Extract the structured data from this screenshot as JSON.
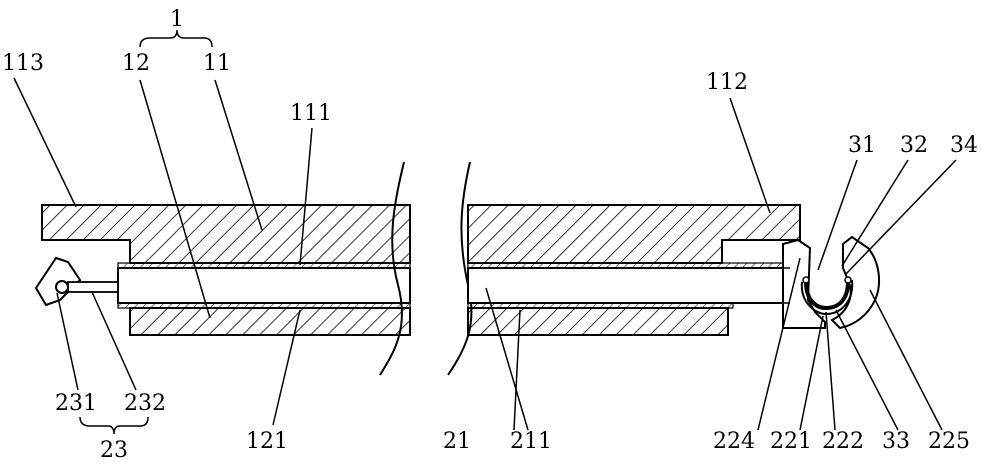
{
  "diagram": {
    "labels": {
      "l1": "1",
      "l11": "11",
      "l12": "12",
      "l113": "113",
      "l111": "111",
      "l112": "112",
      "l31": "31",
      "l32": "32",
      "l34": "34",
      "l231": "231",
      "l232": "232",
      "l23": "23",
      "l121": "121",
      "l21": "21",
      "l211": "211",
      "l224": "224",
      "l221": "221",
      "l222": "222",
      "l33": "33",
      "l225": "225"
    }
  }
}
